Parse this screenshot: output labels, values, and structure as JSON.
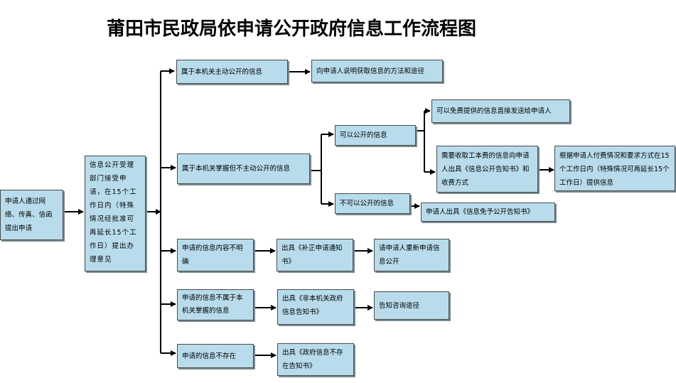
{
  "title": "莆田市民政局依申请公开政府信息工作流程图",
  "nodes": {
    "applicant": "申请人通过网络、传真、信函提出申请",
    "acceptance": "信息公开受理部门接受申请，在15个工作日内（特殊情况经批准可再延长15个工作日）提出办理意见",
    "proactive": "属于本机关主动公开的信息",
    "proactive_action": "向申请人说明获取信息的方法和途径",
    "held_not_proactive": "属于本机关掌握但不主动公开的信息",
    "can_disclose": "可以公开的信息",
    "free_info": "可以免费提供的信息直接发送给申请人",
    "fee_info": "需要收取工本费的信息向申请人出具《信息公开告知书》和收费方式",
    "fee_followup": "根据申请人付费情况和要求方式在15个工作日内（特殊情况可再延长15个工作日）提供信息",
    "cannot_disclose": "不可以公开的信息",
    "exempt_notice": "申请人出具《信息免予公开告知书》",
    "unclear": "申请的信息内容不明确",
    "correction_notice": "出具《补正申请通知书》",
    "reapply": "请申请人重新申请信息公开",
    "not_held": "申请的信息不属于本机关掌握的信息",
    "not_held_notice": "出具《非本机关政府信息告知书》",
    "consult_channel": "告知咨询途径",
    "nonexistent": "申请的信息不存在",
    "nonexistent_notice": "出具《政府信息不存在告知书》"
  },
  "colors": {
    "box_fill": "#b8dcec",
    "box_border": "#4a4a4a",
    "connector": "#000000"
  }
}
